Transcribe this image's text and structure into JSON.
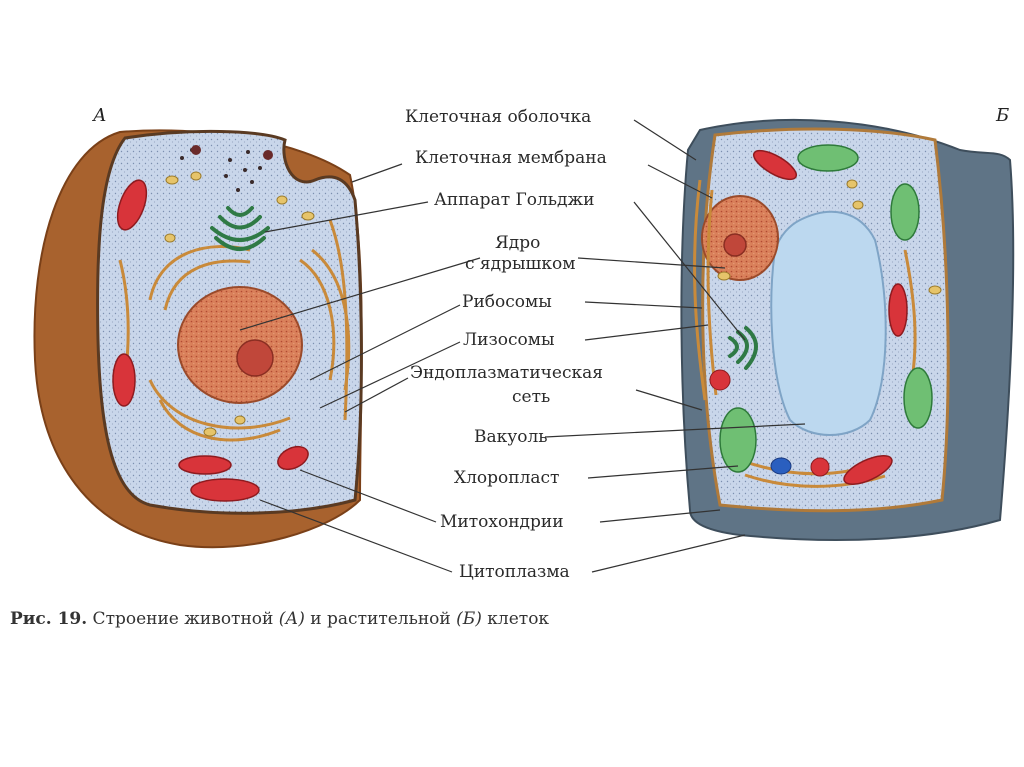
{
  "figure": {
    "letter_a": "А",
    "letter_b": "Б",
    "labels": {
      "cell_wall": "Клеточная оболочка",
      "cell_membrane": "Клеточная мембрана",
      "golgi": "Аппарат Гольджи",
      "nucleus_line1": "Ядро",
      "nucleus_line2": "с ядрышком",
      "ribosomes": "Рибосомы",
      "lysosomes": "Лизосомы",
      "er_line1": "Эндоплазматическая",
      "er_line2": "сеть",
      "vacuole": "Вакуоль",
      "chloroplast": "Хлоропласт",
      "mitochondria": "Митохондрии",
      "cytoplasm": "Цитоплазма"
    },
    "caption": {
      "number": "Рис. 19.",
      "text_1": " Строение животной ",
      "italic_a": "(А)",
      "text_2": " и растительной ",
      "italic_b": "(Б)",
      "text_3": " клеток"
    }
  },
  "colors": {
    "cytoplasm": "#c9d6ea",
    "outer_shell": "#a8622e",
    "nucleus": "#d9805a",
    "mitochondria": "#d8343a",
    "chloroplast": "#6fbf73",
    "vacuole": "#bcd8ef",
    "golgi": "#2f7a45",
    "plant_wall": "#5f7486"
  }
}
